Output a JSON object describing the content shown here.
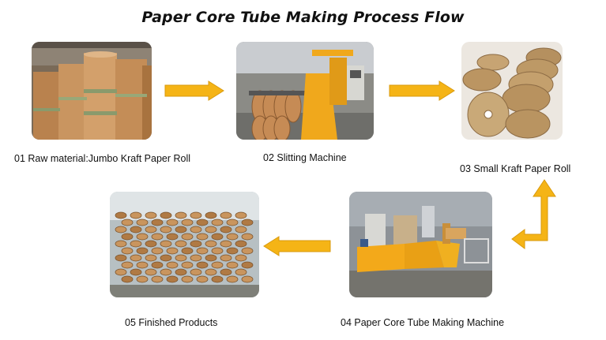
{
  "title": "Paper Core Tube Making Process Flow",
  "colors": {
    "arrow": "#f5b416",
    "arrow_edge": "#d99a0c",
    "kraft": "#c08a55"
  },
  "steps": [
    {
      "label": "01 Raw material:Jumbo Kraft Paper Roll",
      "image": "jumbo-kraft-paper-roll-photo"
    },
    {
      "label": "02 Slitting Machine",
      "image": "slitting-machine-photo"
    },
    {
      "label": "03 Small Kraft Paper Roll",
      "image": "small-kraft-paper-roll-photo"
    },
    {
      "label": "04 Paper Core Tube Making Machine",
      "image": "tube-making-machine-photo"
    },
    {
      "label": "05 Finished Products",
      "image": "finished-paper-tubes-photo"
    }
  ],
  "arrows": [
    {
      "from": "01",
      "to": "02",
      "icon": "arrow-right-icon"
    },
    {
      "from": "02",
      "to": "03",
      "icon": "arrow-right-icon"
    },
    {
      "from": "03",
      "to": "04",
      "icon": "arrow-elbow-icon"
    },
    {
      "from": "04",
      "to": "05",
      "icon": "arrow-left-icon"
    }
  ]
}
